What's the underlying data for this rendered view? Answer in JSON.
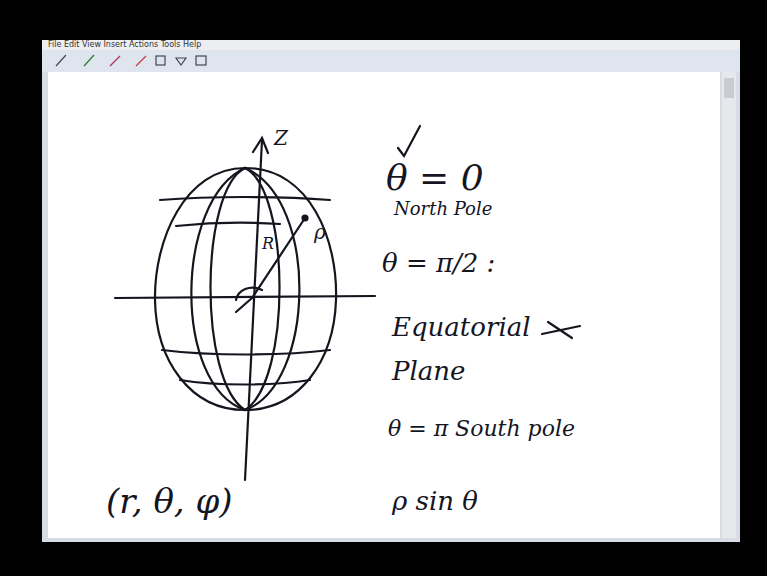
{
  "diagram": {
    "labels": [
      "File Edit View Insert Actions Tools Help",
      "Z",
      "R",
      "ρ",
      "θ = 0",
      "North Pole",
      "θ = π/2 :",
      "Equatorial",
      "Plane",
      "θ = π South pole",
      "(r, θ, φ)",
      "ρ sin θ"
    ]
  }
}
